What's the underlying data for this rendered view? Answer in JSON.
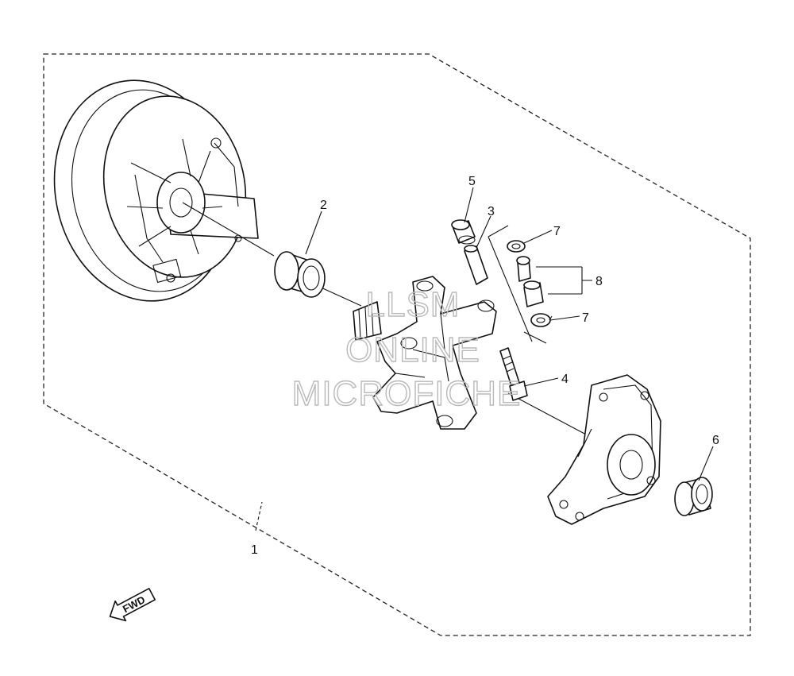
{
  "callouts": [
    {
      "id": "1",
      "label": "1"
    },
    {
      "id": "2",
      "label": "2"
    },
    {
      "id": "3",
      "label": "3"
    },
    {
      "id": "4",
      "label": "4"
    },
    {
      "id": "5",
      "label": "5"
    },
    {
      "id": "6",
      "label": "6"
    },
    {
      "id": "7a",
      "label": "7"
    },
    {
      "id": "7b",
      "label": "7"
    },
    {
      "id": "8",
      "label": "8"
    }
  ],
  "watermark": {
    "line1": "LLSM",
    "line2": "ONLINE",
    "line3": "MICROFICHE"
  },
  "direction_marker": {
    "label": "FWD"
  },
  "colors": {
    "line": "#111111",
    "watermark": "#b9b9b9",
    "background": "#ffffff"
  }
}
